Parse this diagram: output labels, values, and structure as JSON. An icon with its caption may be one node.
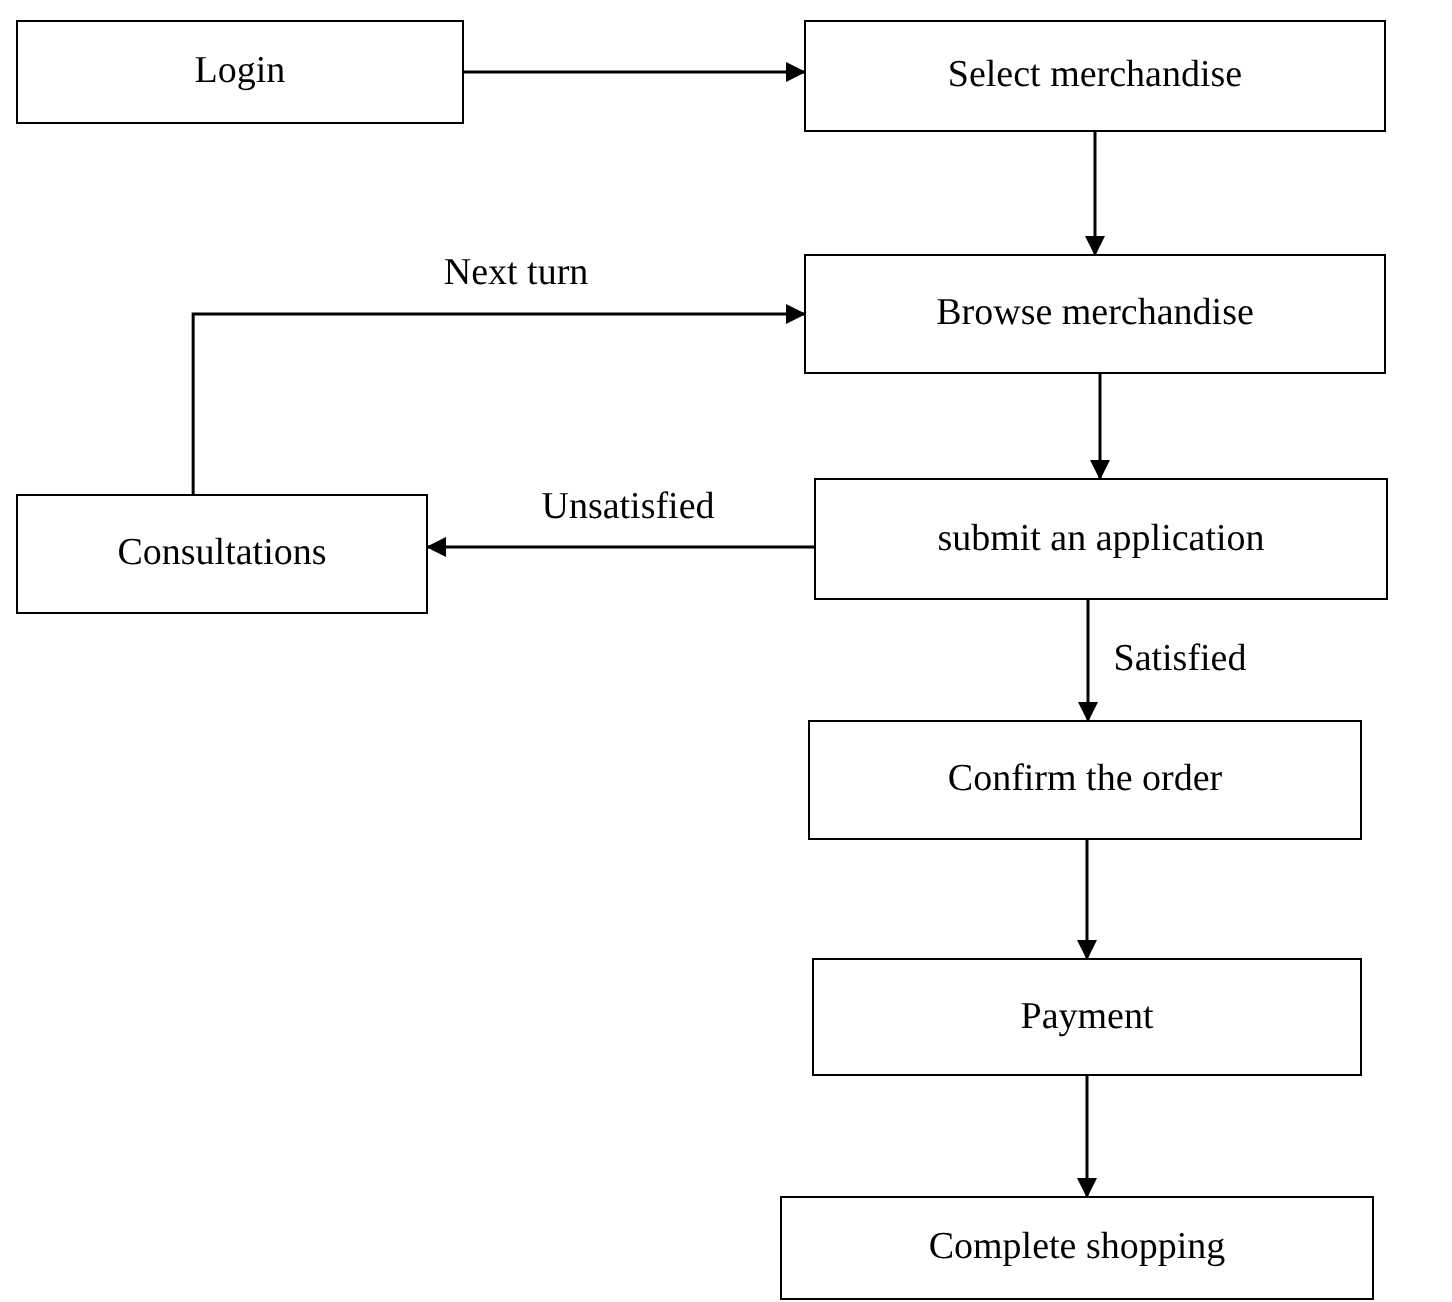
{
  "diagram": {
    "nodes": [
      {
        "text": [
          "Login"
        ]
      },
      {
        "text": [
          "Select merchandise"
        ]
      },
      {
        "text": [
          "Browse merchandise"
        ]
      },
      {
        "text": [
          "Consultations"
        ]
      },
      {
        "text": [
          "submit an application"
        ]
      },
      {
        "text": [
          "Confirm the order"
        ]
      },
      {
        "text": [
          "Payment"
        ]
      },
      {
        "text": [
          "Complete shopping"
        ]
      }
    ],
    "edges": [
      {
        "from": 0,
        "to": 1,
        "arrow": "to"
      },
      {
        "from": 1,
        "to": 2,
        "arrow": "to"
      },
      {
        "from": 3,
        "to": 2,
        "arrow": "to",
        "label": "Next turn"
      },
      {
        "from": 4,
        "to": 3,
        "arrow": "to",
        "label": "Unsatisfied"
      },
      {
        "from": 2,
        "to": 4,
        "arrow": "to"
      },
      {
        "from": 4,
        "to": 5,
        "arrow": "to",
        "label": "Satisfied"
      },
      {
        "from": 5,
        "to": 6,
        "arrow": "to"
      },
      {
        "from": 6,
        "to": 7,
        "arrow": "to"
      }
    ]
  }
}
